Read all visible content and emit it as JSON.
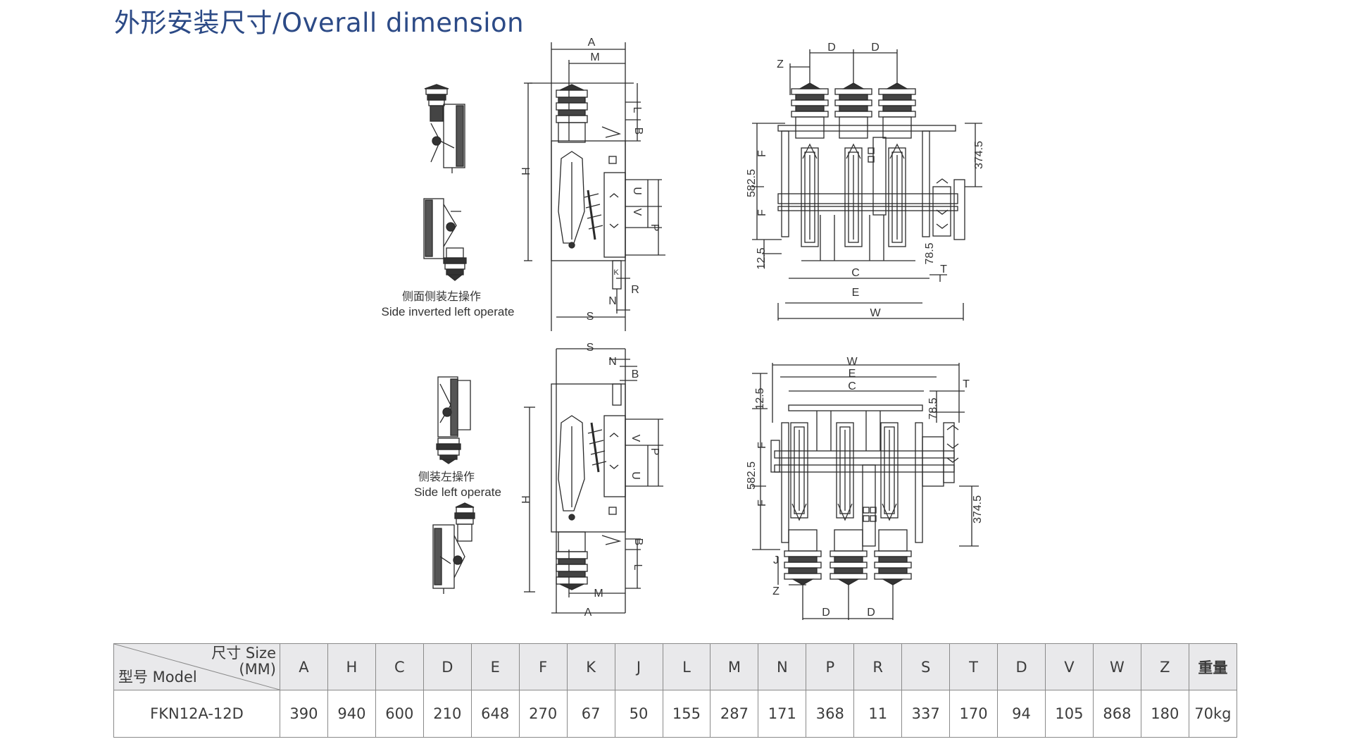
{
  "title": "外形安装尺寸/Overall dimension",
  "views": {
    "top_left_caption_cn": "侧面侧装左操作",
    "top_left_caption_en": "Side inverted left operate",
    "bottom_left_caption_cn": "侧装左操作",
    "bottom_left_caption_en": "Side left operate"
  },
  "dims": {
    "A": "A",
    "M": "M",
    "L": "L",
    "B": "B",
    "H": "H",
    "U": "U",
    "V": "V",
    "P": "P",
    "K": "K",
    "R": "R",
    "N": "N",
    "S": "S",
    "D": "D",
    "Z": "Z",
    "F": "F",
    "C": "C",
    "E": "E",
    "W": "W",
    "T": "T",
    "J": "J",
    "v582": "582.5",
    "v374": "374.5",
    "v125": "12.5",
    "v785": "78.5",
    "v3745": "374.5"
  },
  "table": {
    "corner_size": "尺寸 Size",
    "corner_mm": "(MM)",
    "corner_model": "型号 Model",
    "headers": [
      "A",
      "H",
      "C",
      "D",
      "E",
      "F",
      "K",
      "J",
      "L",
      "M",
      "N",
      "P",
      "R",
      "S",
      "T",
      "D",
      "V",
      "W",
      "Z",
      "重量"
    ],
    "model": "FKN12A-12D",
    "values": [
      "390",
      "940",
      "600",
      "210",
      "648",
      "270",
      "67",
      "50",
      "155",
      "287",
      "171",
      "368",
      "11",
      "337",
      "170",
      "94",
      "105",
      "868",
      "180",
      "70kg"
    ]
  }
}
